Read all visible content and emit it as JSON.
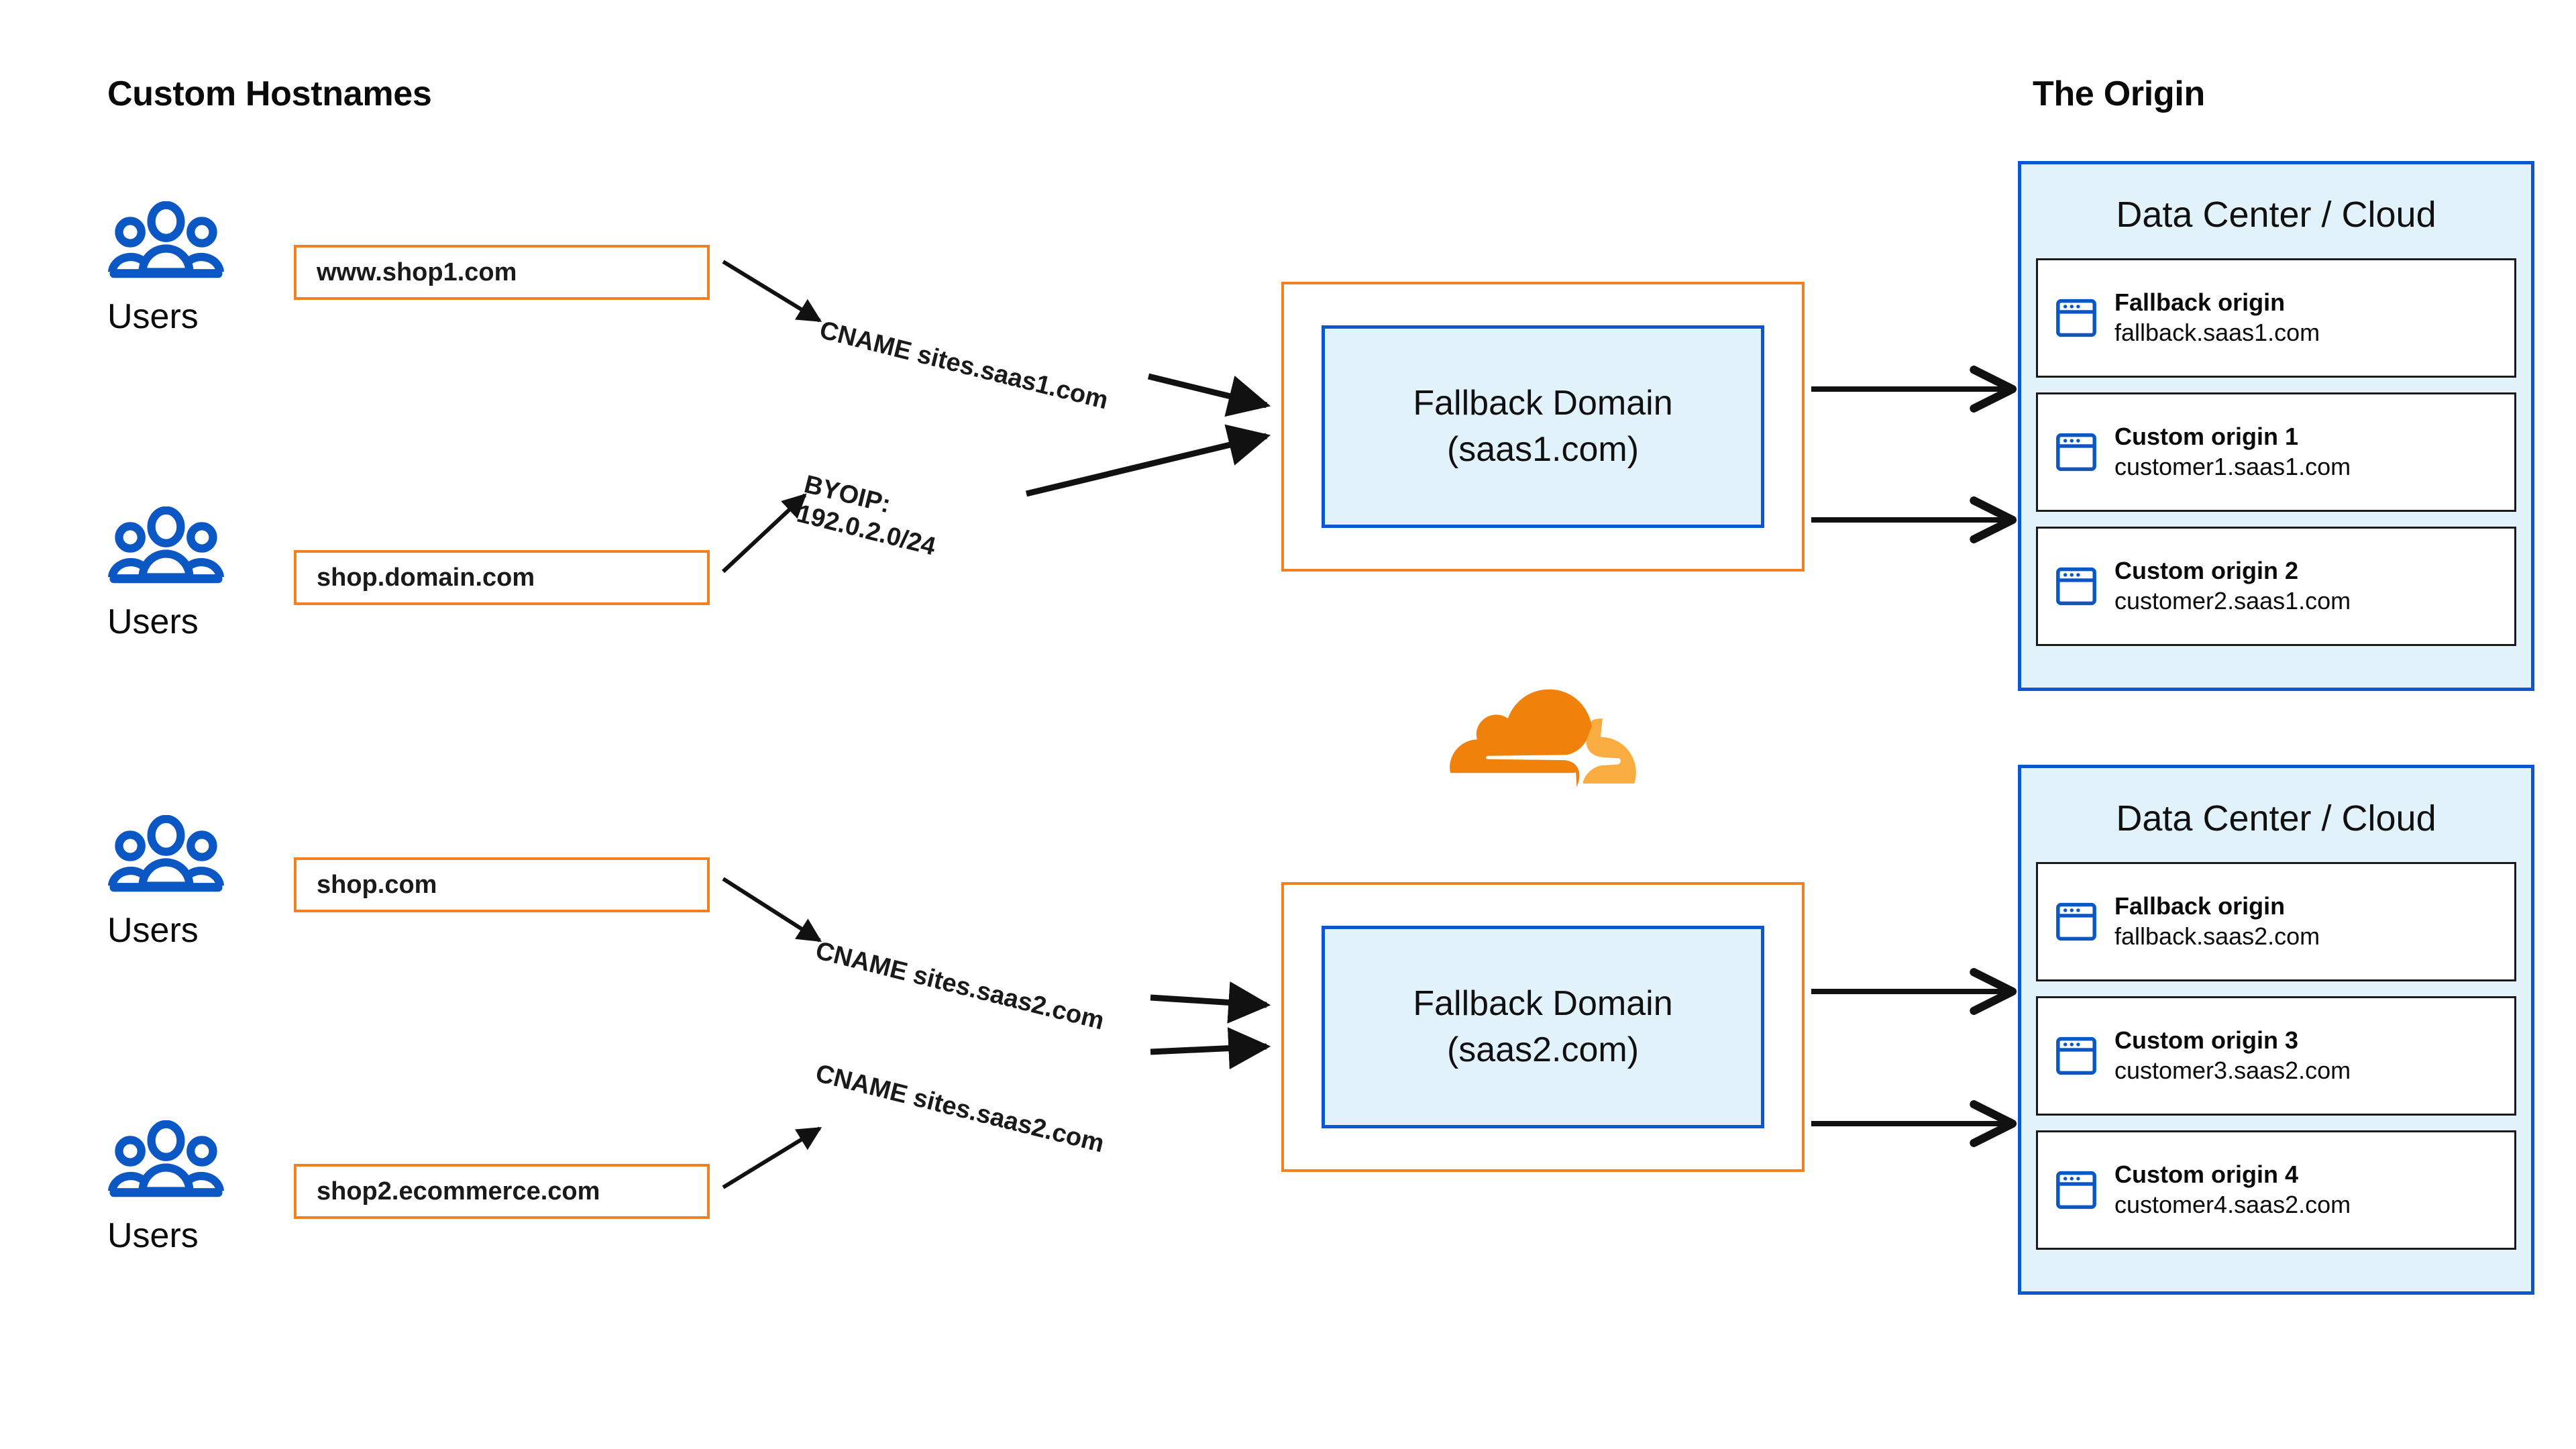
{
  "headings": {
    "left": "Custom Hostnames",
    "right": "The Origin"
  },
  "colors": {
    "orange": "#F28021",
    "orange_light": "#F9AD41",
    "blue": "#0B57D0",
    "blue_icon": "#0B57C4",
    "panel_fill": "#E2F2FB",
    "text": "#0A0A0A",
    "card_border": "#1A1A1A",
    "background": "#FFFFFF"
  },
  "users_groups": [
    {
      "label": "Users",
      "icon": "users-icon"
    },
    {
      "label": "Users",
      "icon": "users-icon"
    },
    {
      "label": "Users",
      "icon": "users-icon"
    },
    {
      "label": "Users",
      "icon": "users-icon"
    }
  ],
  "hostnames": [
    {
      "value": "www.shop1.com"
    },
    {
      "value": "shop.domain.com"
    },
    {
      "value": "shop.com"
    },
    {
      "value": "shop2.ecommerce.com"
    }
  ],
  "arrow_labels": [
    {
      "text": "CNAME sites.saas1.com"
    },
    {
      "text": "BYOIP:\n192.0.2.0/24"
    },
    {
      "text": "CNAME sites.saas2.com"
    },
    {
      "text": "CNAME sites.saas2.com"
    }
  ],
  "fallback_domains": [
    {
      "title": "Fallback Domain",
      "domain": "(saas1.com)"
    },
    {
      "title": "Fallback Domain",
      "domain": "(saas2.com)"
    }
  ],
  "logo": {
    "name": "cloudflare-logo"
  },
  "datacenters": [
    {
      "title": "Data Center / Cloud",
      "origins": [
        {
          "name": "Fallback origin",
          "host": "fallback.saas1.com",
          "icon": "browser-window-icon"
        },
        {
          "name": "Custom origin 1",
          "host": "customer1.saas1.com",
          "icon": "browser-window-icon"
        },
        {
          "name": "Custom origin 2",
          "host": "customer2.saas1.com",
          "icon": "browser-window-icon"
        }
      ]
    },
    {
      "title": "Data Center / Cloud",
      "origins": [
        {
          "name": "Fallback origin",
          "host": "fallback.saas2.com",
          "icon": "browser-window-icon"
        },
        {
          "name": "Custom origin 3",
          "host": "customer3.saas2.com",
          "icon": "browser-window-icon"
        },
        {
          "name": "Custom origin 4",
          "host": "customer4.saas2.com",
          "icon": "browser-window-icon"
        }
      ]
    }
  ]
}
